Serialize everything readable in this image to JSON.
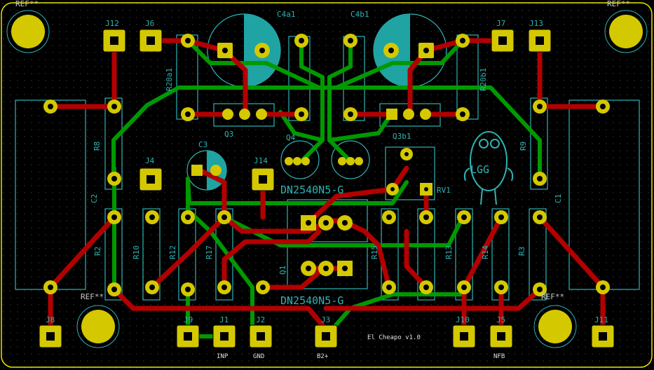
{
  "board": {
    "colors": {
      "background": "#000000",
      "copper_front": "#b30000",
      "copper_back": "#009900",
      "pad": "#d4c800",
      "silkscreen": "#2fb3b3",
      "outline": "#e6e600"
    },
    "refs": [
      "REF**",
      "REF**",
      "REF**",
      "REF**"
    ],
    "labels": {
      "J12": "J12",
      "J6": "J6",
      "J7": "J7",
      "J13": "J13",
      "C4a1": "C4a1",
      "C4b1": "C4b1",
      "R20a1": "R20a1",
      "R20b1": "R20b1",
      "R8": "R8",
      "R9": "R9",
      "C2": "C2",
      "C1": "C1",
      "C3": "C3",
      "J4": "J4",
      "J14": "J14",
      "Q3": "Q3",
      "Q4": "Q4",
      "Q3b1": "Q3b1",
      "RV1": "RV1",
      "R2": "R2",
      "R10": "R10",
      "R12": "R12",
      "R17": "R17",
      "R15": "R15",
      "R13": "R13",
      "R14": "R14",
      "R3": "R3",
      "Q1": "Q1",
      "J8": "J8",
      "J9": "J9",
      "J1": "J1",
      "J2": "J2",
      "J3": "J3",
      "J10": "J10",
      "J5": "J5",
      "J11": "J11",
      "part_top": "DN2540N5-G",
      "part_bottom": "DN2540N5-G",
      "pin_INP": "INP",
      "pin_GND": "GND",
      "pin_B2": "B2+",
      "pin_NFB": "NFB",
      "version": "El Cheapo v1.0",
      "logo_text": "LGG"
    }
  }
}
